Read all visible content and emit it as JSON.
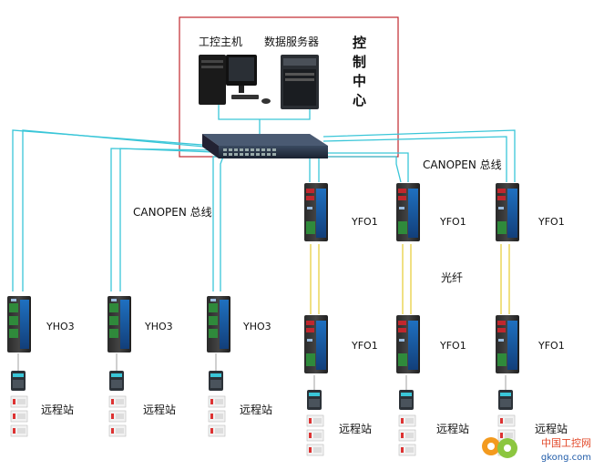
{
  "control_center": {
    "label_ipc": "工控主机",
    "label_server": "数据服务器",
    "title_chars": [
      "控",
      "制",
      "中",
      "心"
    ]
  },
  "bus_labels": {
    "left": "CANOPEN 总线",
    "right": "CANOPEN 总线"
  },
  "fiber_label": "光纤",
  "device_labels": {
    "yho": "YHO3",
    "yfo": "YFO1"
  },
  "remote_station_label": "远程站",
  "watermark": {
    "line1": "中国工控网",
    "line2": "gkong.com"
  },
  "colors": {
    "cable": "#3ac6d8",
    "fiber": "#e8d040",
    "border_red": "#c0272d",
    "device_green": "#2f8a3b",
    "device_blue": "#1b5fa6"
  }
}
